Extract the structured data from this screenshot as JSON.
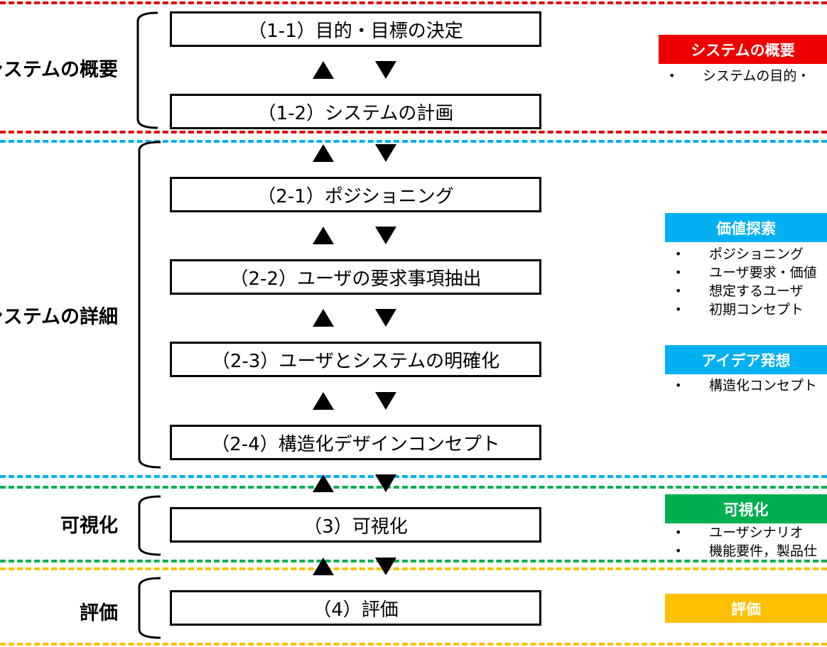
{
  "sections": {
    "overview": "システムの概要",
    "detail": "システムの詳細",
    "visual": "可視化",
    "eval": "評価"
  },
  "steps": {
    "s1_1": "（1-1）目的・目標の決定",
    "s1_2": "（1-2）システムの計画",
    "s2_1": "（2-1）ポジショニング",
    "s2_2": "（2-2）ユーザの要求事項抽出",
    "s2_3": "（2-3）ユーザとシステムの明確化",
    "s2_4": "（2-4）構造化デザインコンセプト",
    "s3": "（3）可視化",
    "s4": "（4）評価"
  },
  "badges": {
    "overview": {
      "label": "システムの概要",
      "color": "#ee0000",
      "items": [
        "システムの目的・"
      ]
    },
    "value": {
      "label": "価値探索",
      "color": "#00b0f0",
      "items": [
        "ポジショニング",
        "ユーザ要求・価値",
        "想定するユーザ",
        "初期コンセプト"
      ]
    },
    "idea": {
      "label": "アイデア発想",
      "color": "#00b0f0",
      "items": [
        "構造化コンセプト"
      ]
    },
    "visual": {
      "label": "可視化",
      "color": "#00b050",
      "items": [
        "ユーザシナリオ",
        "機能要件，製品仕"
      ]
    },
    "eval": {
      "label": "評価",
      "color": "#ffc000",
      "items": []
    }
  },
  "colors": {
    "red": "#e00000",
    "blue": "#00b0f0",
    "green": "#00b050",
    "yellow": "#ffc000"
  }
}
